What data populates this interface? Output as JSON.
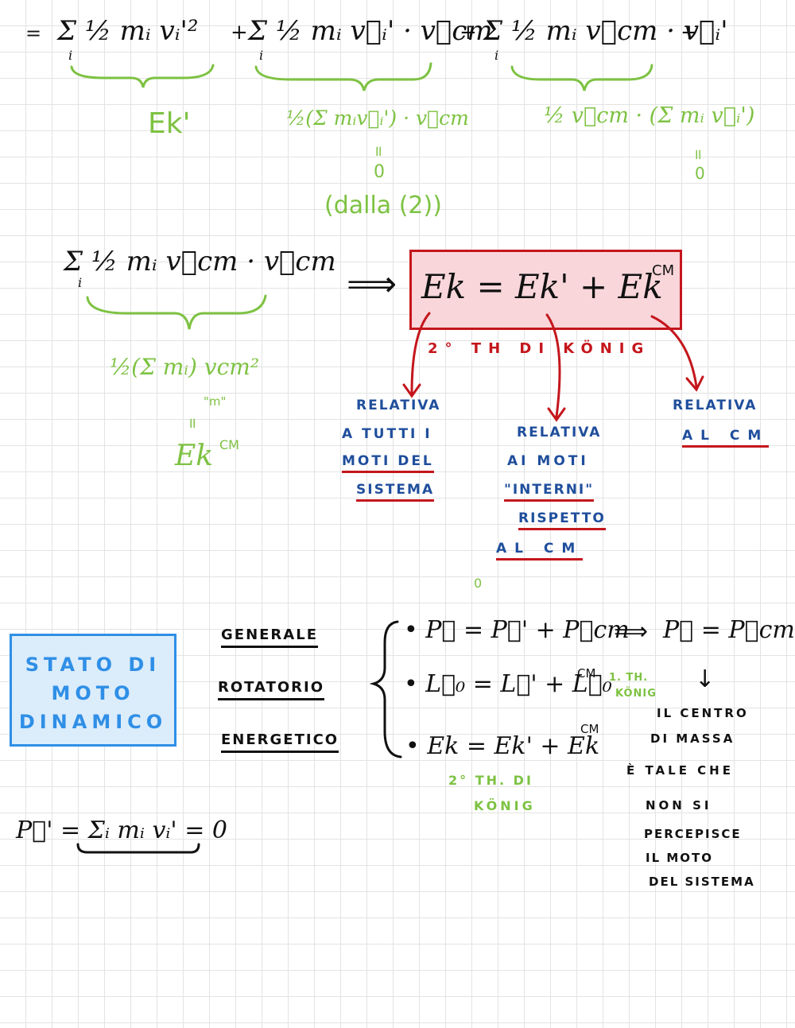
{
  "row1": {
    "lead": "=",
    "term1": "Σ ½ mᵢ vᵢ'²",
    "plus1": "+",
    "term2": "Σ ½ mᵢ v⃗ᵢ' · v⃗cm",
    "plus2": "+",
    "term3": "Σ ½ mᵢ v⃗cm · v⃗ᵢ'",
    "plus3": "+",
    "index_i": "i"
  },
  "row1_notes": {
    "ek_prime": "Ek'",
    "mid_expr": "½(Σ mᵢv⃗ᵢ') · v⃗cm",
    "mid_equals": "॥",
    "mid_zero": "0",
    "mid_ref": "(dalla (2))",
    "right_expr": "½ v⃗cm · (Σ mᵢ v⃗ᵢ')",
    "right_equals": "॥",
    "right_zero": "0"
  },
  "row2": {
    "term": "Σ ½ mᵢ v⃗cm · v⃗cm",
    "implies": "⟹",
    "formula": "Ek = Ek' + Ek",
    "formula_sup": "CM",
    "theorem_label": "2° TH DI KÖNIG"
  },
  "row2_notes": {
    "expr": "½(Σ mᵢ) vcm²",
    "m_label": "\"m\"",
    "equals": "॥",
    "result": "Ek",
    "result_sup": "CM"
  },
  "annotations": {
    "left": [
      "RELATIVA",
      "A TUTTI I",
      "MOTI DEL",
      "SISTEMA"
    ],
    "middle": [
      "RELATIVA",
      "AI MOTI",
      "\"INTERNI\"",
      "RISPETTO",
      "AL CM"
    ],
    "right": [
      "RELATIVA",
      "AL CM"
    ]
  },
  "state_box": {
    "lines": [
      "STATO DI",
      "MOTO",
      "DINAMICO"
    ],
    "color": "#2f8fe6"
  },
  "categories": [
    "GENERALE",
    "ROTATORIO",
    "ENERGETICO"
  ],
  "equations": {
    "top_zero": "0",
    "eq1": "• P⃗ = P⃗' + P⃗cm",
    "eq1_implies": "⟹",
    "eq1_result": "P⃗ = P⃗cm",
    "eq2": "• L⃗₀ = L⃗' + L⃗₀",
    "eq2_sup": "CM",
    "eq2_note": [
      "1. TH.",
      "KÖNIG"
    ],
    "eq3": "• Ek = Ek' + Ek",
    "eq3_sup": "CM",
    "eq3_note": [
      "2° TH. DI",
      "KÖNIG"
    ],
    "arrow_down": "↓"
  },
  "cm_note": [
    "IL CENTRO",
    "DI MASSA",
    "È TALE CHE",
    "NON SI",
    "PERCEPISCE",
    "IL MOTO",
    "DEL SISTEMA"
  ],
  "bottom": {
    "expr": "P⃗' = Σᵢ mᵢ vᵢ' = 0"
  },
  "colors": {
    "black": "#111111",
    "green": "#7dc242",
    "red": "#c4161c",
    "blue": "#1f4e9c",
    "box_red_fill": "#f9d6da",
    "box_blue_fill": "#dbecfb"
  }
}
